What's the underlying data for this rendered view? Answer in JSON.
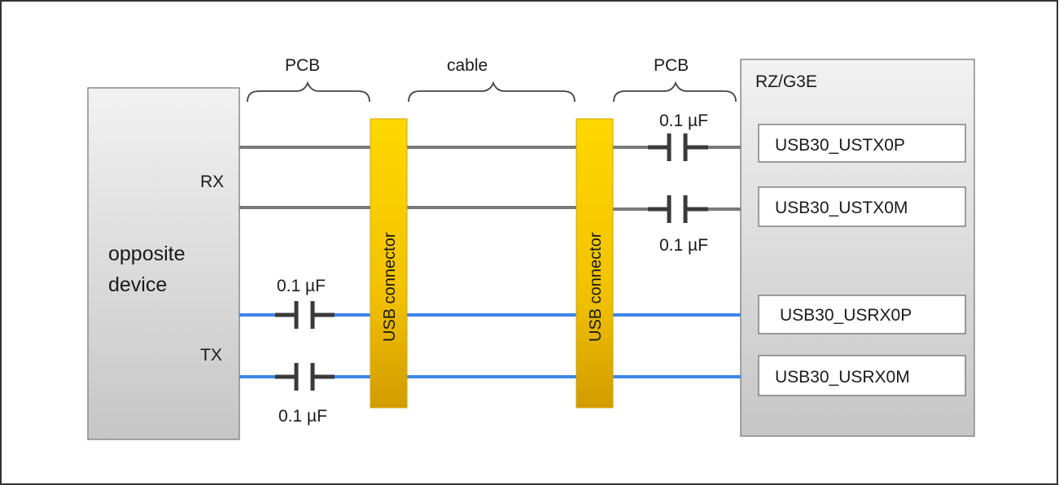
{
  "devices": {
    "opposite": {
      "name_line1": "opposite",
      "name_line2": "device",
      "rx_label": "RX",
      "tx_label": "TX"
    },
    "soc": {
      "name": "RZ/G3E"
    }
  },
  "segments": {
    "pcb_left": "PCB",
    "cable": "cable",
    "pcb_right": "PCB"
  },
  "connectors": {
    "left": "USB connector",
    "right": "USB connector"
  },
  "pins": {
    "tx_p": "USB30_USTX0P",
    "tx_m": "USB30_USTX0M",
    "rx_p": "USB30_USRX0P",
    "rx_m": "USB30_USRX0M"
  },
  "capacitors": {
    "rx_p": "0.1 µF",
    "rx_m": "0.1 µF",
    "tx_p": "0.1 µF",
    "tx_m": "0.1 µF"
  },
  "colors": {
    "rx_pair": "#7a7a7a",
    "tx_pair": "#3b86e6",
    "connector_top": "#ffd700",
    "connector_bottom": "#d9a300",
    "box_fill_top": "#f0f0f0",
    "box_fill_bottom": "#c9c9c9"
  }
}
